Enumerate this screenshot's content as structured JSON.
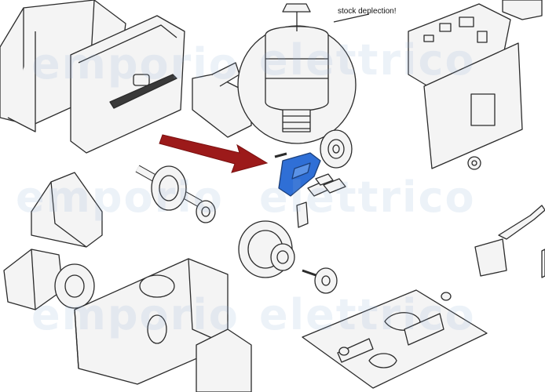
{
  "annotation": {
    "callout_text": "stock deplection!"
  },
  "watermark": {
    "word_1": "emporio",
    "word_2": "elettrico",
    "color": "#8fb0d8"
  },
  "colors": {
    "line": "#2b2b2b",
    "fill": "#f4f4f4",
    "highlight_part": "#2f6fd6",
    "arrow": "#9c1a1a"
  },
  "icons": {
    "pointer": "red-arrow-icon",
    "highlighted_part": "limit-switch-part-icon"
  }
}
